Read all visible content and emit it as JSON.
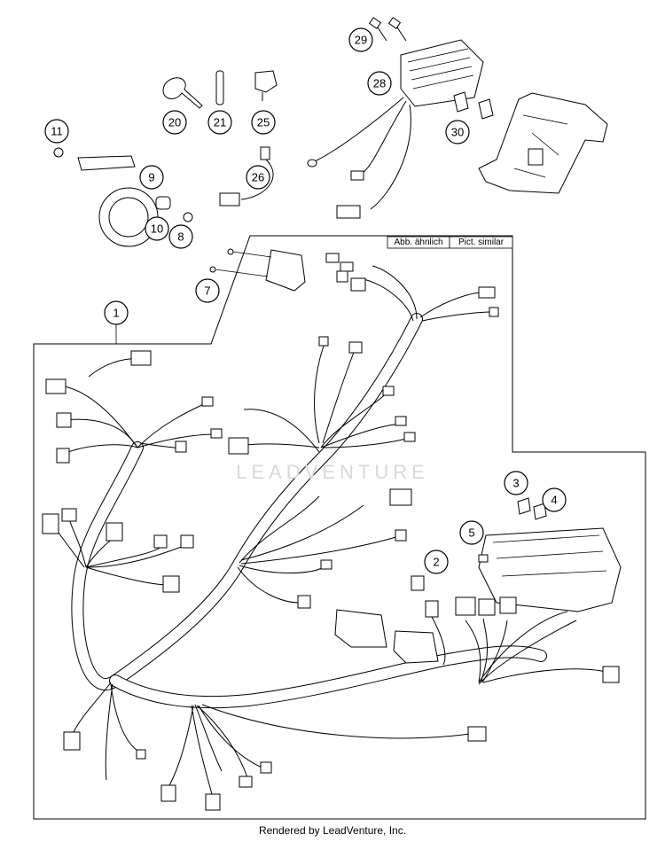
{
  "callouts": {
    "c1": "1",
    "c2": "2",
    "c3": "3",
    "c4": "4",
    "c5": "5",
    "c7": "7",
    "c8": "8",
    "c9": "9",
    "c10": "10",
    "c11": "11",
    "c20": "20",
    "c21": "21",
    "c25": "25",
    "c26": "26",
    "c28": "28",
    "c29": "29",
    "c30": "30"
  },
  "tags": {
    "german": "Abb. ähnlich",
    "english": "Pict. similar"
  },
  "watermark": "LEADVENTURE",
  "footer": "Rendered by LeadVenture, Inc."
}
